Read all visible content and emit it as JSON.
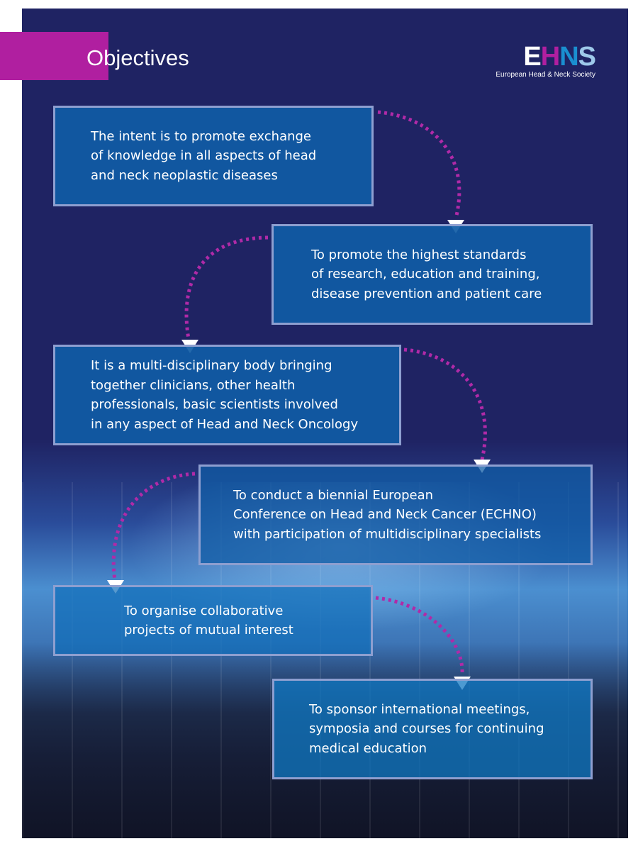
{
  "header": {
    "title": "Objectives"
  },
  "logo": {
    "letters": [
      "E",
      "H",
      "N",
      "S"
    ],
    "tagline": "European Head & Neck Society"
  },
  "objectives": [
    "The intent is to promote exchange\nof knowledge in all aspects of head\nand neck neoplastic diseases",
    "To promote the highest standards\nof research, education and training,\ndisease prevention and patient care",
    "It is a multi-disciplinary body bringing\ntogether clinicians, other health\nprofessionals, basic scientists involved\nin any aspect of Head and Neck Oncology",
    "To conduct a biennial European\nConference on Head and Neck Cancer (ECHNO)\nwith participation of multidisciplinary specialists",
    "To organise collaborative\nprojects of mutual interest",
    "To sponsor international meetings,\nsymposia and courses for continuing\nmedical education"
  ],
  "colors": {
    "navy": "#1f2363",
    "magenta": "#b01fa0",
    "box": "#105ca5"
  }
}
